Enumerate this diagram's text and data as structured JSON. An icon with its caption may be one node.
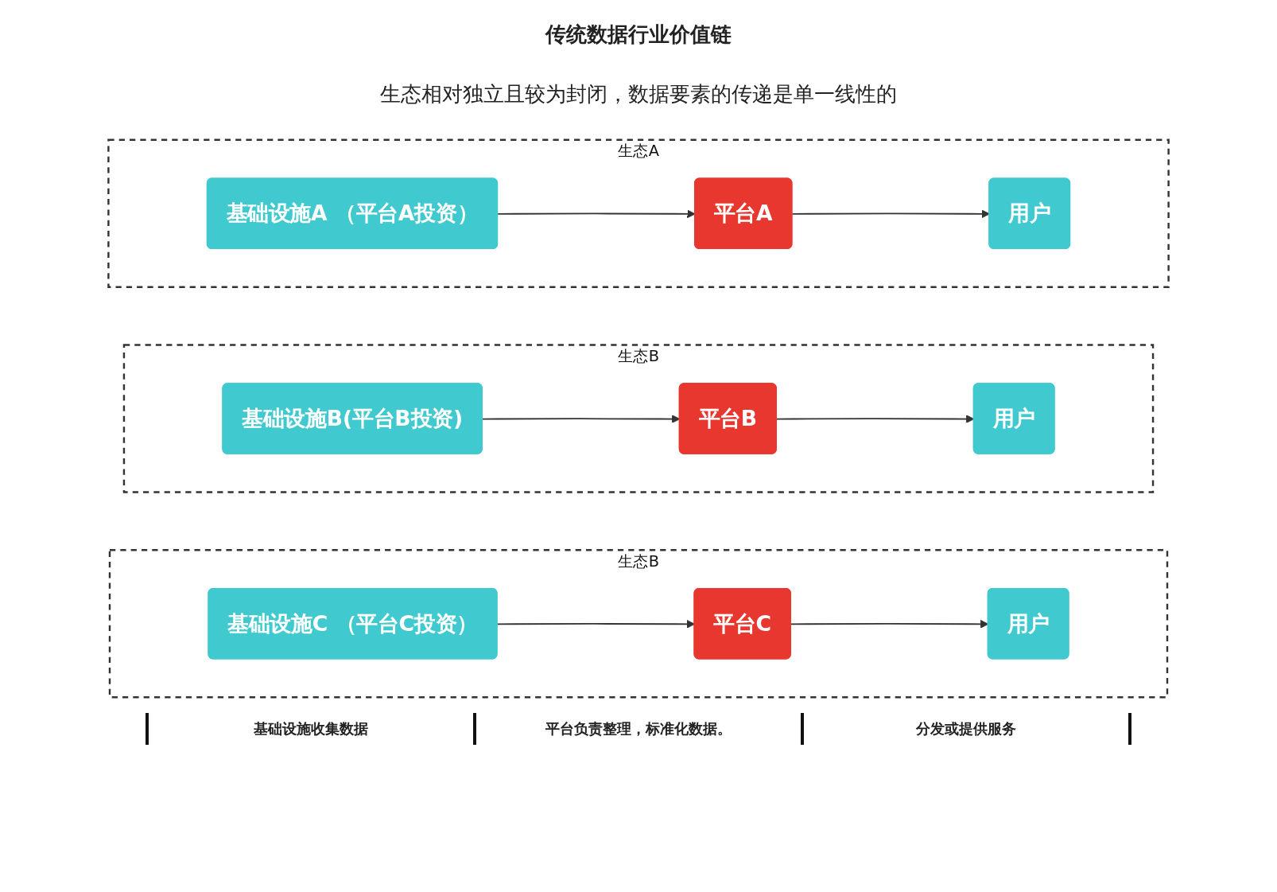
{
  "diagram": {
    "title": "传统数据行业价值链",
    "caption": "生态相对独立且较为封闭，数据要素的传递是单一线性的",
    "nodes": [
      {
        "text": [
          "生态A"
        ]
      },
      {
        "text": [
          "基础设施A （平台A投资）"
        ],
        "in": 0
      },
      {
        "text": [
          "平台A"
        ],
        "in": 0
      },
      {
        "text": [
          "用户"
        ],
        "in": 0
      },
      {
        "text": [
          "生态B"
        ]
      },
      {
        "text": [
          "基础设施B(平台B投资)"
        ],
        "in": 4
      },
      {
        "text": [
          "平台B"
        ],
        "in": 4
      },
      {
        "text": [
          "用户"
        ],
        "in": 4
      },
      {
        "text": [
          "生态B"
        ]
      },
      {
        "text": [
          "基础设施C （平台C投资）"
        ],
        "in": 8
      },
      {
        "text": [
          "平台C"
        ],
        "in": 8
      },
      {
        "text": [
          "用户"
        ],
        "in": 8
      }
    ],
    "edges": [
      {
        "from": 1,
        "to": 2,
        "arrow": "to"
      },
      {
        "from": 2,
        "to": 3,
        "arrow": "to"
      },
      {
        "from": 5,
        "to": 6,
        "arrow": "to"
      },
      {
        "from": 6,
        "to": 7,
        "arrow": "to"
      },
      {
        "from": 9,
        "to": 10,
        "arrow": "to"
      },
      {
        "from": 10,
        "to": 11,
        "arrow": "to"
      }
    ],
    "labels": [
      "基础设施收集数据",
      "平台负责整理，标准化数据。",
      "分发或提供服务"
    ]
  }
}
